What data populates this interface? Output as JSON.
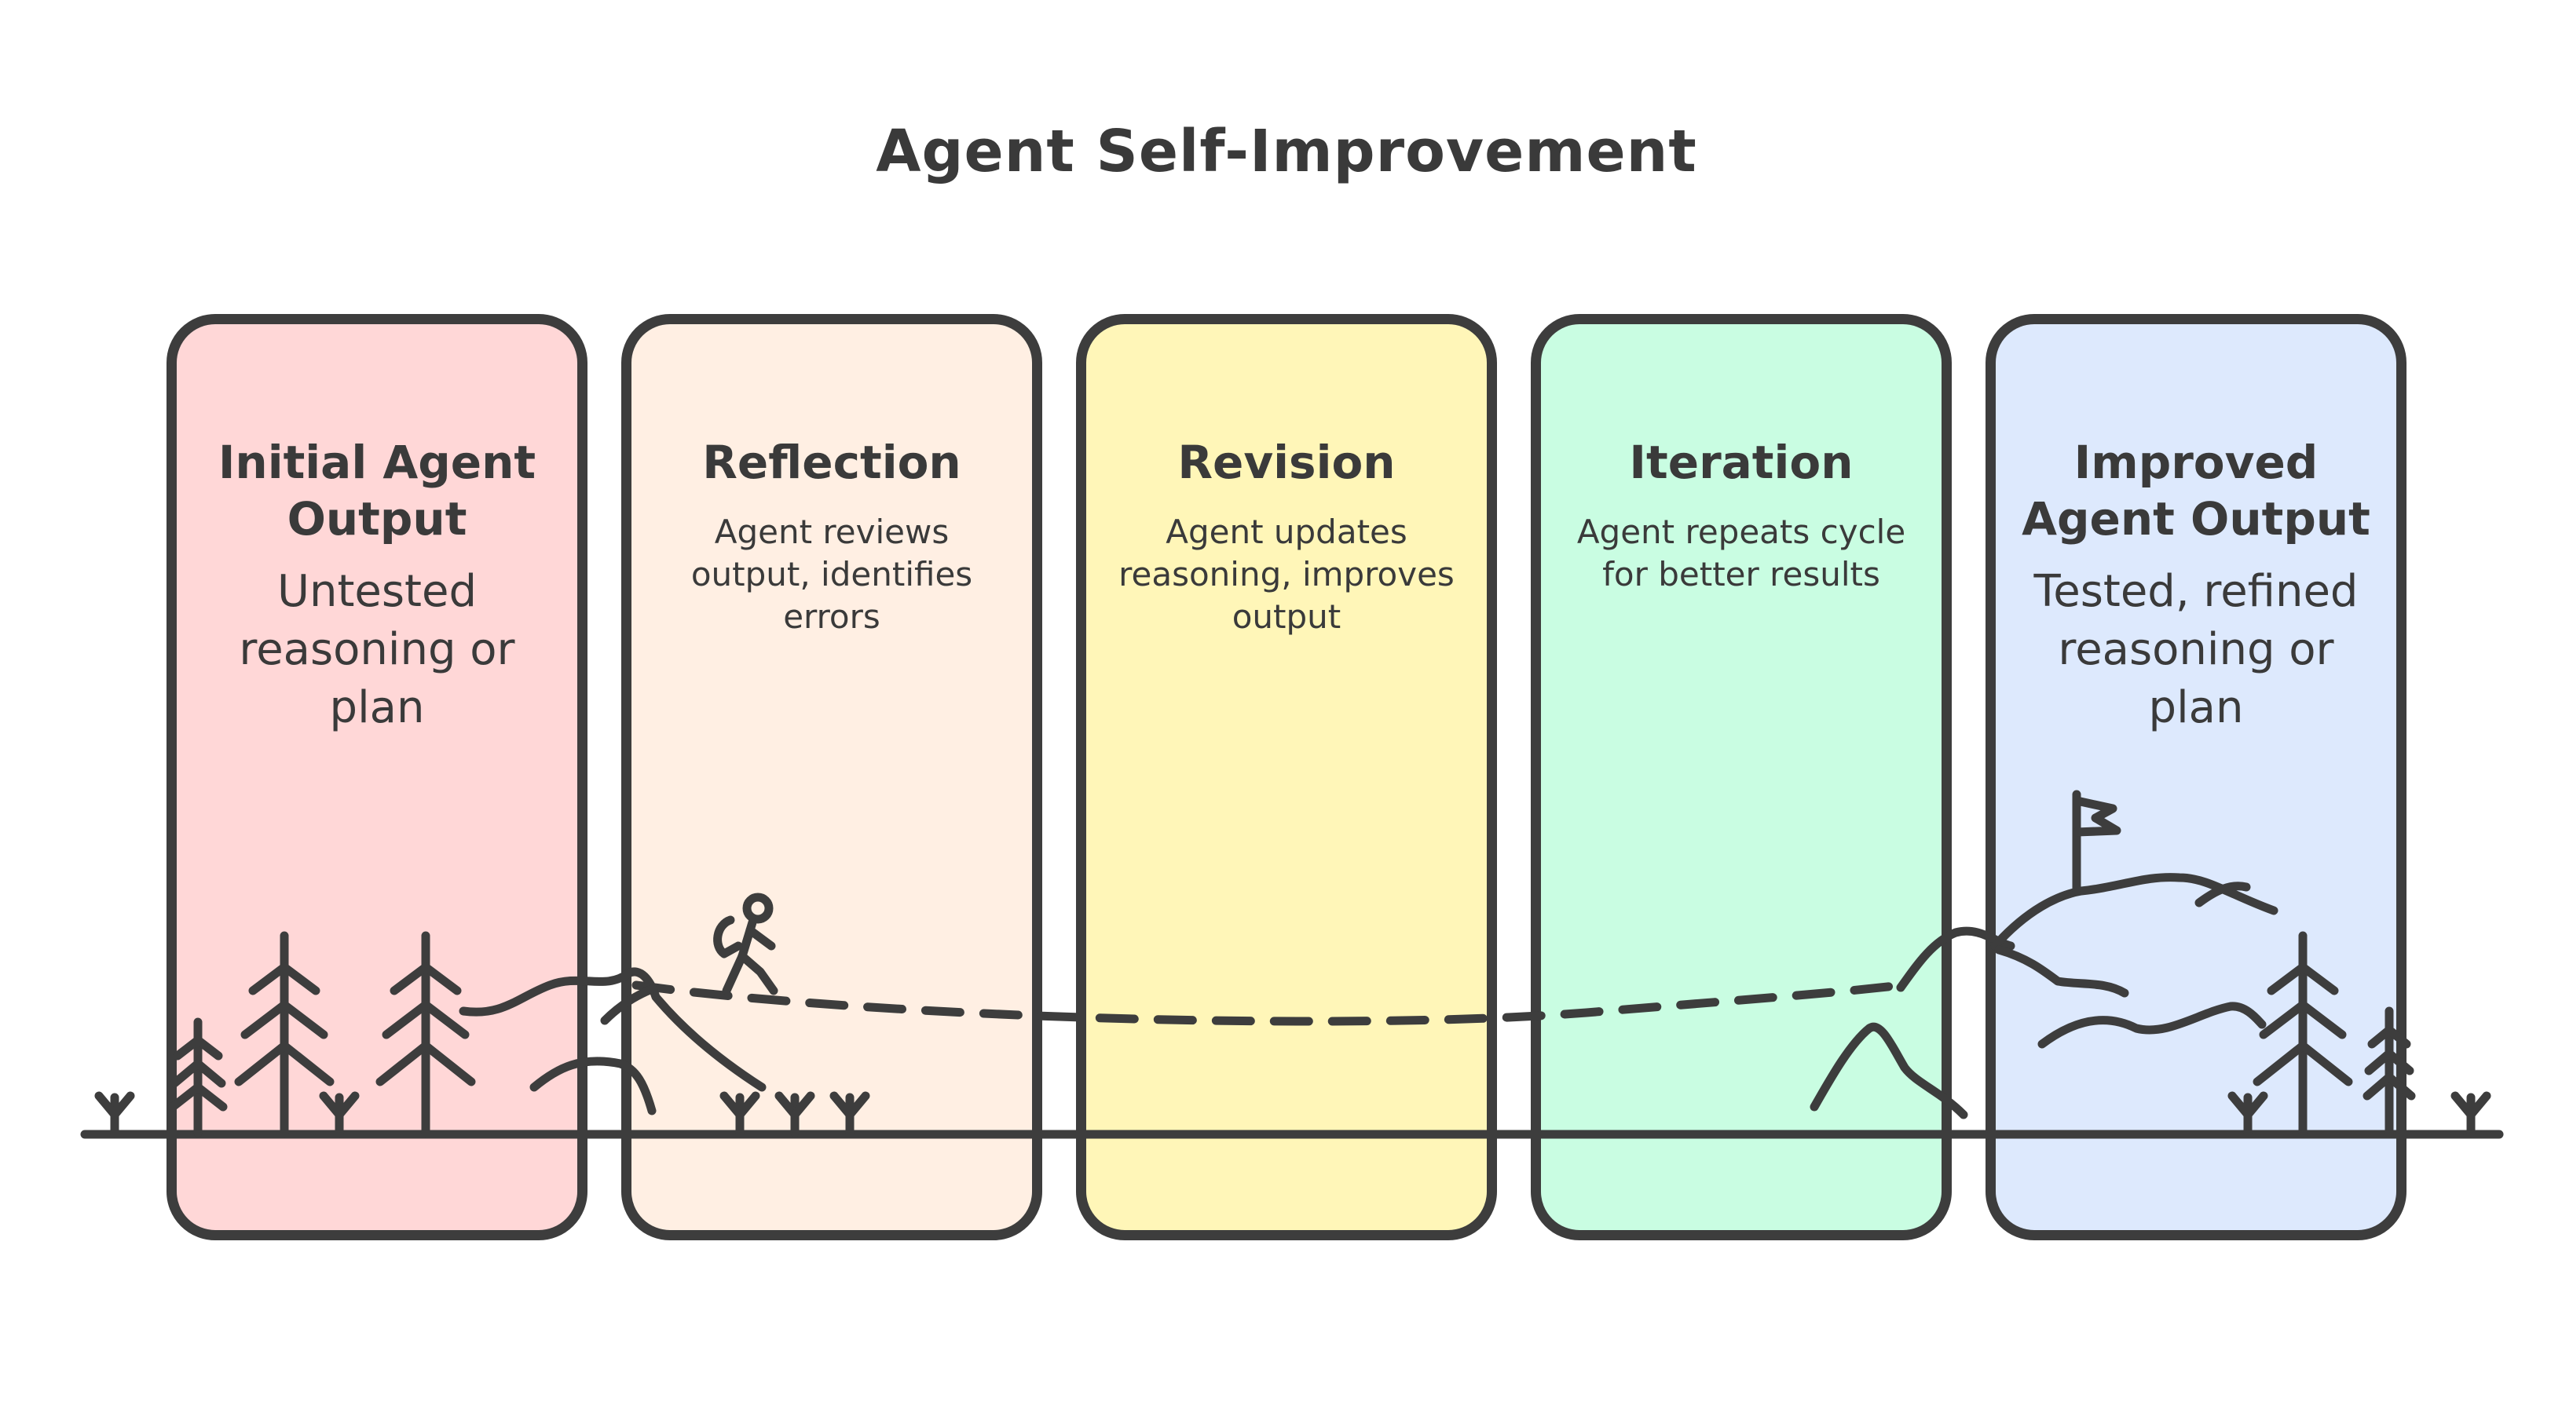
{
  "title": "Agent Self-Improvement",
  "colors": {
    "ink": "#3d3d3d",
    "panel_1": "#ffd7d7",
    "panel_2": "#ffefe3",
    "panel_3": "#fff6b8",
    "panel_4": "#c9fde2",
    "panel_5": "#dde9fd"
  },
  "steps": [
    {
      "heading": "Initial Agent Output",
      "description": "Untested reasoning or plan",
      "color": "#ffd7d7"
    },
    {
      "heading": "Reflection",
      "description": "Agent reviews output, identifies errors",
      "color": "#ffefe3"
    },
    {
      "heading": "Revision",
      "description": "Agent updates reasoning, improves output",
      "color": "#fff6b8"
    },
    {
      "heading": "Iteration",
      "description": "Agent repeats cycle for better results",
      "color": "#c9fde2"
    },
    {
      "heading": "Improved Agent Output",
      "description": "Tested, refined reasoning or plan",
      "color": "#dde9fd"
    }
  ],
  "icons": [
    "pine-tree-icon",
    "grass-tuft-icon",
    "mountain-icon",
    "hiker-icon",
    "flag-icon"
  ]
}
